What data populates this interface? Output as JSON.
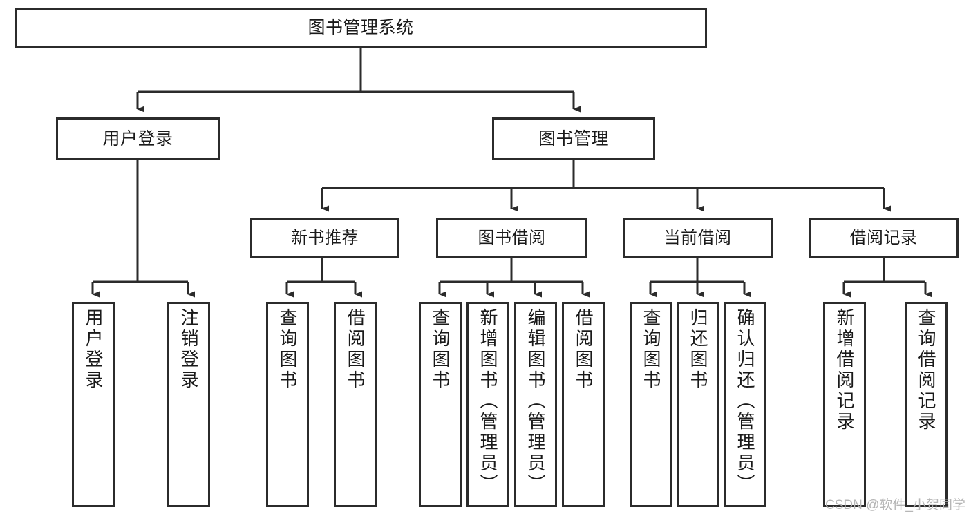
{
  "diagram": {
    "type": "tree",
    "title": "图书管理系统",
    "orientation": "top-down",
    "colors": {
      "box_border": "#2b2b2b",
      "box_fill": "#ffffff",
      "edge": "#2b2b2b",
      "text": "#1a1a1a",
      "watermark": "#b6b6b6"
    },
    "root": {
      "label": "图书管理系统"
    },
    "level2": [
      {
        "label": "用户登录"
      },
      {
        "label": "图书管理"
      }
    ],
    "level3": [
      {
        "label": "新书推荐"
      },
      {
        "label": "图书借阅"
      },
      {
        "label": "当前借阅"
      },
      {
        "label": "借阅记录"
      }
    ],
    "leaves": {
      "user_login": [
        {
          "label": "用户登录"
        },
        {
          "label": "注销登录"
        }
      ],
      "new_book_recommend": [
        {
          "label": "查询图书"
        },
        {
          "label": "借阅图书"
        }
      ],
      "book_borrow": [
        {
          "label": "查询图书"
        },
        {
          "label": "新增图书（管理员）"
        },
        {
          "label": "编辑图书（管理员）"
        },
        {
          "label": "借阅图书"
        }
      ],
      "current_borrow": [
        {
          "label": "查询图书"
        },
        {
          "label": "归还图书"
        },
        {
          "label": "确认归还（管理员）"
        }
      ],
      "borrow_records": [
        {
          "label": "新增借阅记录"
        },
        {
          "label": "查询借阅记录"
        }
      ]
    }
  },
  "watermark": {
    "text": "CSDN @软件_小贺同学"
  }
}
